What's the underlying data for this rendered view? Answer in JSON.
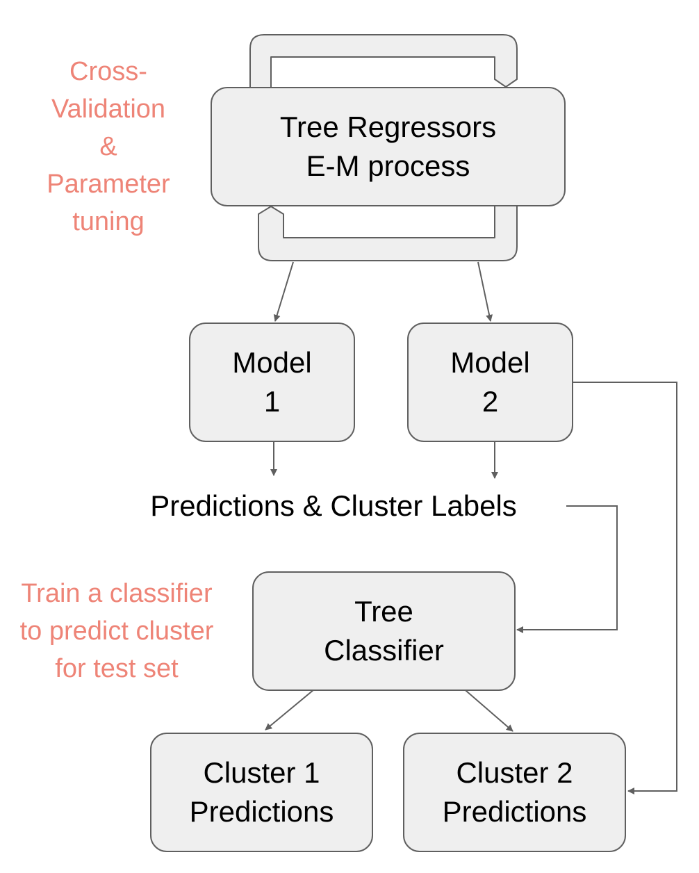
{
  "colors": {
    "note": "#ee8477",
    "node_fill": "#efefef",
    "node_stroke": "#5f5f5f",
    "edge": "#5f5f5f"
  },
  "nodes": {
    "tree_regressors": {
      "line1": "Tree Regressors",
      "line2": "E-M process"
    },
    "model_1": {
      "line1": "Model",
      "line2": "1"
    },
    "model_2": {
      "line1": "Model",
      "line2": "2"
    },
    "predictions_labels": {
      "text": "Predictions & Cluster Labels"
    },
    "tree_classifier": {
      "line1": "Tree",
      "line2": "Classifier"
    },
    "cluster_1": {
      "line1": "Cluster 1",
      "line2": "Predictions"
    },
    "cluster_2": {
      "line1": "Cluster 2",
      "line2": "Predictions"
    }
  },
  "notes": {
    "cross_validation": {
      "line1": "Cross-",
      "line2": "Validation",
      "line3": "&",
      "line4": "Parameter",
      "line5": "tuning"
    },
    "train_classifier": {
      "line1": "Train a classifier",
      "line2": "to predict cluster",
      "line3": "for test set"
    }
  }
}
